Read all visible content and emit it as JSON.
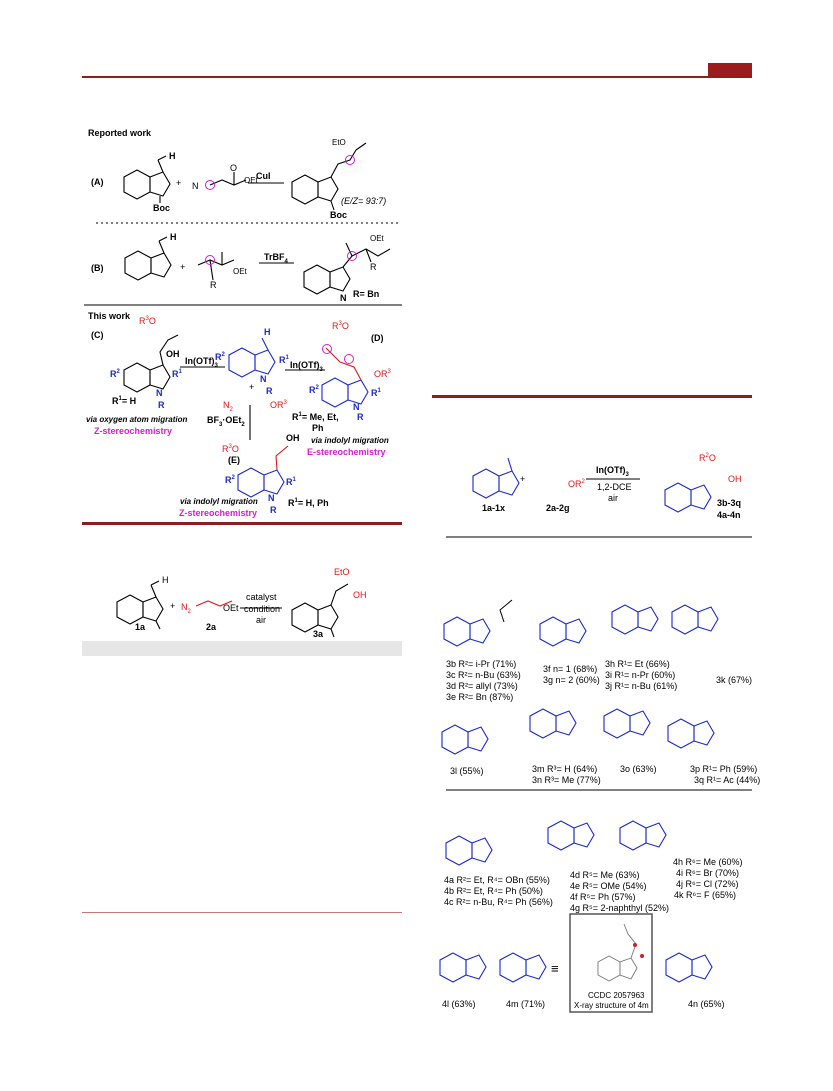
{
  "header": {
    "red_tab_color": "#9b1c1c",
    "rule_color": "#8b1e1e"
  },
  "scheme1": {
    "reported_title": "Reported work",
    "A": {
      "label": "(A)",
      "sub1": "Boc",
      "sub2": "Boc",
      "reagent_top": "CuI",
      "ratio": "(E/Z= 93:7)",
      "oet": "OEt",
      "eto": "EtO",
      "n2": "N",
      "h": "H",
      "o": "O"
    },
    "B": {
      "label": "(B)",
      "reagent_top": "TrBF",
      "reagent_sub": "4",
      "r_note": "R= Bn",
      "oet": "OEt",
      "r": "R",
      "nh": "N",
      "h": "H"
    },
    "this_work": "This work",
    "C": {
      "label": "(C)",
      "r1h": "R",
      "r1h_tail": "= H",
      "via": "via oxygen atom migration",
      "stereo": "Z-stereochemistry",
      "cat": "In(OTf)",
      "cat_sub": "3",
      "r3o": "R",
      "oh": "OH"
    },
    "D": {
      "label": "(D)",
      "cat": "In(OTf)",
      "cat_sub": "3",
      "r1_note": "R",
      "r1_tail": "= Me, Et,",
      "ph": "Ph",
      "via": "via indolyl migration",
      "stereo": "E-stereochemistry",
      "or3": "OR"
    },
    "E": {
      "label": "(E)",
      "cat": "BF",
      "cat_tail": "·OEt",
      "via": "via indolyl migration",
      "stereo": "Z-stereochemistry",
      "r1_note": "R",
      "r1_tail": "= H, Ph",
      "oh": "OH"
    },
    "center": {
      "r2": "R",
      "r1": "R",
      "n": "N",
      "r": "R",
      "h": "H",
      "or3": "OR",
      "n2": "N"
    }
  },
  "scheme2": {
    "catalyst": "catalyst",
    "condition": "condition",
    "air": "air",
    "c1a": "1a",
    "c2a": "2a",
    "c3a": "3a",
    "eto": "EtO",
    "oet": "OEt",
    "oh": "OH",
    "n2": "N",
    "h": "H"
  },
  "scheme3": {
    "top": {
      "cat": "In(OTf)",
      "cat_sub": "3",
      "solv": "1,2-DCE",
      "air": "air",
      "c1": "1a-1x",
      "c2": "2a-2g",
      "p1": "3b-3q",
      "p2": "4a-4n",
      "r2o": "R",
      "or2": "OR",
      "oh": "OH"
    },
    "row1": [
      "3b R²= i-Pr (71%)",
      "3c R²= n-Bu (63%)",
      "3d R²= allyl (73%)",
      "3e R²= Bn (87%)",
      "3f n= 1 (68%)",
      "3g n= 2 (60%)",
      "3h R¹= Et (66%)",
      "3i R¹= n-Pr (60%)",
      "3j R¹= n-Bu (61%)",
      "3k (67%)"
    ],
    "row2": [
      "3l (55%)",
      "3m R³= H (64%)",
      "3n R³= Me (77%)",
      "3o (63%)",
      "3p R¹= Ph (59%)",
      "3q R¹= Ac (44%)"
    ],
    "row3": [
      "4a R²= Et, R⁴= OBn (55%)",
      "4b R²= Et, R⁴= Ph (50%)",
      "4c R²= n-Bu, R⁴= Ph (56%)",
      "4d R⁵= Me (63%)",
      "4e R⁵= OMe (54%)",
      "4f R⁵= Ph (57%)",
      "4g R⁵= 2-naphthyl (52%)",
      "4h R⁶= Me (60%)",
      "4i R⁶= Br (70%)",
      "4j R⁶= Cl (72%)",
      "4k R⁶= F (65%)"
    ],
    "row4": [
      "4l (63%)",
      "4m (71%)",
      "4n (65%)"
    ],
    "xray": {
      "ccdc": "CCDC 2057963",
      "caption": "X-ray structure of 4m"
    }
  }
}
